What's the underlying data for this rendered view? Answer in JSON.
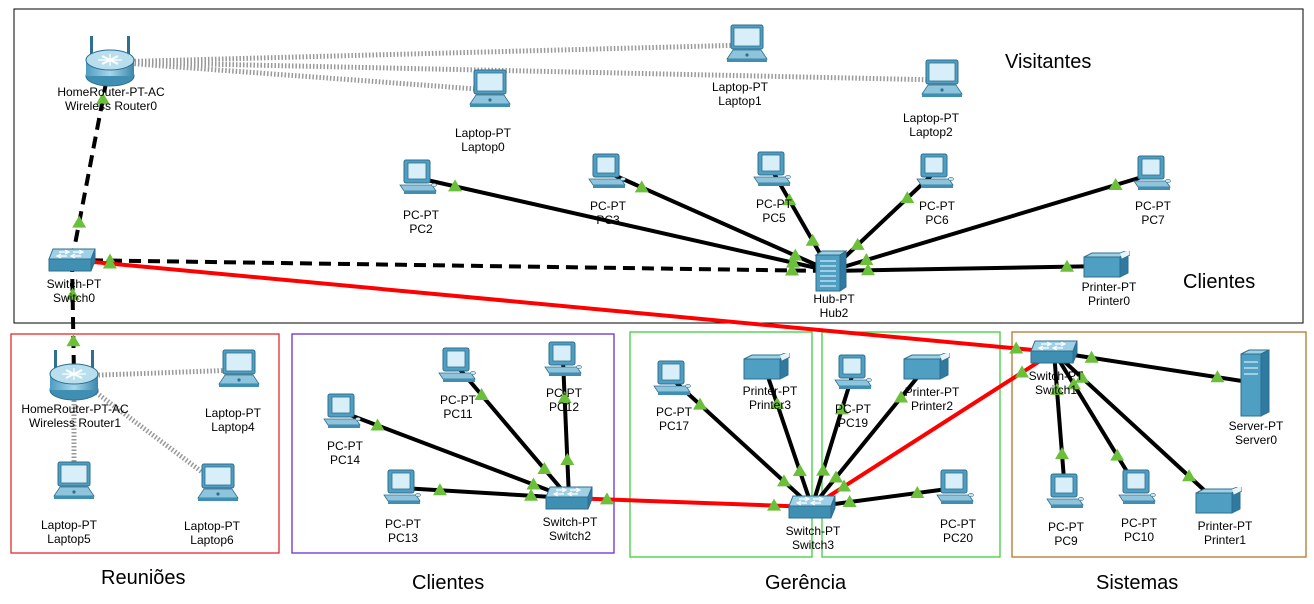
{
  "zones": {
    "visitantes": "Visitantes",
    "clientes_top": "Clientes",
    "reunioes": "Reuniões",
    "clientes_bottom": "Clientes",
    "gerencia": "Gerência",
    "sistemas": "Sistemas"
  },
  "colors": {
    "top_border": "#000000",
    "reunioes_border": "#e32b2b",
    "clientes_border": "#6a2fd1",
    "gerencia_border": "#3fcf3f",
    "sistemas_border": "#b3762a",
    "crossover_link": "#ff0000",
    "link_status": "#6cbf3a"
  },
  "devices": [
    {
      "id": "router0",
      "icon": "wireless-router-icon",
      "type": "HomeRouter-PT-AC",
      "name": "Wireless Router0"
    },
    {
      "id": "laptop0",
      "icon": "laptop-icon",
      "type": "Laptop-PT",
      "name": "Laptop0"
    },
    {
      "id": "laptop1",
      "icon": "laptop-icon",
      "type": "Laptop-PT",
      "name": "Laptop1"
    },
    {
      "id": "laptop2",
      "icon": "laptop-icon",
      "type": "Laptop-PT",
      "name": "Laptop2"
    },
    {
      "id": "pc2",
      "icon": "pc-icon",
      "type": "PC-PT",
      "name": "PC2"
    },
    {
      "id": "pc3",
      "icon": "pc-icon",
      "type": "PC-PT",
      "name": "PC3"
    },
    {
      "id": "pc5",
      "icon": "pc-icon",
      "type": "PC-PT",
      "name": "PC5"
    },
    {
      "id": "pc6",
      "icon": "pc-icon",
      "type": "PC-PT",
      "name": "PC6"
    },
    {
      "id": "pc7",
      "icon": "pc-icon",
      "type": "PC-PT",
      "name": "PC7"
    },
    {
      "id": "switch0",
      "icon": "switch-icon",
      "type": "Switch-PT",
      "name": "Switch0"
    },
    {
      "id": "hub2",
      "icon": "hub-icon",
      "type": "Hub-PT",
      "name": "Hub2"
    },
    {
      "id": "printer0",
      "icon": "printer-icon",
      "type": "Printer-PT",
      "name": "Printer0"
    },
    {
      "id": "router1",
      "icon": "wireless-router-icon",
      "type": "HomeRouter-PT-AC",
      "name": "Wireless Router1"
    },
    {
      "id": "laptop4",
      "icon": "laptop-icon",
      "type": "Laptop-PT",
      "name": "Laptop4"
    },
    {
      "id": "laptop5",
      "icon": "laptop-icon",
      "type": "Laptop-PT",
      "name": "Laptop5"
    },
    {
      "id": "laptop6",
      "icon": "laptop-icon",
      "type": "Laptop-PT",
      "name": "Laptop6"
    },
    {
      "id": "pc11",
      "icon": "pc-icon",
      "type": "PC-PT",
      "name": "PC11"
    },
    {
      "id": "pc12",
      "icon": "pc-icon",
      "type": "PC-PT",
      "name": "PC12"
    },
    {
      "id": "pc14",
      "icon": "pc-icon",
      "type": "PC-PT",
      "name": "PC14"
    },
    {
      "id": "pc13",
      "icon": "pc-icon",
      "type": "PC-PT",
      "name": "PC13"
    },
    {
      "id": "switch2",
      "icon": "switch-icon",
      "type": "Switch-PT",
      "name": "Switch2"
    },
    {
      "id": "pc17",
      "icon": "pc-icon",
      "type": "PC-PT",
      "name": "PC17"
    },
    {
      "id": "printer3",
      "icon": "printer-icon",
      "type": "Printer-PT",
      "name": "Printer3"
    },
    {
      "id": "pc19",
      "icon": "pc-icon",
      "type": "PC-PT",
      "name": "PC19"
    },
    {
      "id": "printer2",
      "icon": "printer-icon",
      "type": "Printer-PT",
      "name": "Printer2"
    },
    {
      "id": "switch3",
      "icon": "switch-icon",
      "type": "Switch-PT",
      "name": "Switch3"
    },
    {
      "id": "pc20",
      "icon": "pc-icon",
      "type": "PC-PT",
      "name": "PC20"
    },
    {
      "id": "switch1",
      "icon": "switch-icon",
      "type": "Switch-PT",
      "name": "Switch1"
    },
    {
      "id": "server0",
      "icon": "server-icon",
      "type": "Server-PT",
      "name": "Server0"
    },
    {
      "id": "pc9",
      "icon": "pc-icon",
      "type": "PC-PT",
      "name": "PC9"
    },
    {
      "id": "pc10",
      "icon": "pc-icon",
      "type": "PC-PT",
      "name": "PC10"
    },
    {
      "id": "printer1",
      "icon": "printer-icon",
      "type": "Printer-PT",
      "name": "Printer1"
    }
  ],
  "links": [
    {
      "from": "router0",
      "to": "laptop0",
      "kind": "wireless"
    },
    {
      "from": "router0",
      "to": "laptop1",
      "kind": "wireless"
    },
    {
      "from": "router0",
      "to": "laptop2",
      "kind": "wireless"
    },
    {
      "from": "router0",
      "to": "switch0",
      "kind": "dashed"
    },
    {
      "from": "switch0",
      "to": "hub2",
      "kind": "dashed"
    },
    {
      "from": "switch0",
      "to": "router1",
      "kind": "dashed"
    },
    {
      "from": "switch0",
      "to": "switch1",
      "kind": "crossover"
    },
    {
      "from": "pc2",
      "to": "hub2",
      "kind": "ethernet"
    },
    {
      "from": "pc3",
      "to": "hub2",
      "kind": "ethernet"
    },
    {
      "from": "pc5",
      "to": "hub2",
      "kind": "ethernet"
    },
    {
      "from": "pc6",
      "to": "hub2",
      "kind": "ethernet"
    },
    {
      "from": "pc7",
      "to": "hub2",
      "kind": "ethernet"
    },
    {
      "from": "printer0",
      "to": "hub2",
      "kind": "ethernet"
    },
    {
      "from": "router1",
      "to": "laptop4",
      "kind": "wireless"
    },
    {
      "from": "router1",
      "to": "laptop5",
      "kind": "wireless"
    },
    {
      "from": "router1",
      "to": "laptop6",
      "kind": "wireless"
    },
    {
      "from": "pc11",
      "to": "switch2",
      "kind": "ethernet"
    },
    {
      "from": "pc12",
      "to": "switch2",
      "kind": "ethernet"
    },
    {
      "from": "pc14",
      "to": "switch2",
      "kind": "ethernet"
    },
    {
      "from": "pc13",
      "to": "switch2",
      "kind": "ethernet"
    },
    {
      "from": "switch2",
      "to": "switch3",
      "kind": "crossover"
    },
    {
      "from": "pc17",
      "to": "switch3",
      "kind": "ethernet"
    },
    {
      "from": "printer3",
      "to": "switch3",
      "kind": "ethernet"
    },
    {
      "from": "pc19",
      "to": "switch3",
      "kind": "ethernet"
    },
    {
      "from": "printer2",
      "to": "switch3",
      "kind": "ethernet"
    },
    {
      "from": "pc20",
      "to": "switch3",
      "kind": "ethernet"
    },
    {
      "from": "switch3",
      "to": "switch1",
      "kind": "crossover"
    },
    {
      "from": "switch1",
      "to": "server0",
      "kind": "ethernet"
    },
    {
      "from": "switch1",
      "to": "pc9",
      "kind": "ethernet"
    },
    {
      "from": "switch1",
      "to": "pc10",
      "kind": "ethernet"
    },
    {
      "from": "switch1",
      "to": "printer1",
      "kind": "ethernet"
    }
  ]
}
